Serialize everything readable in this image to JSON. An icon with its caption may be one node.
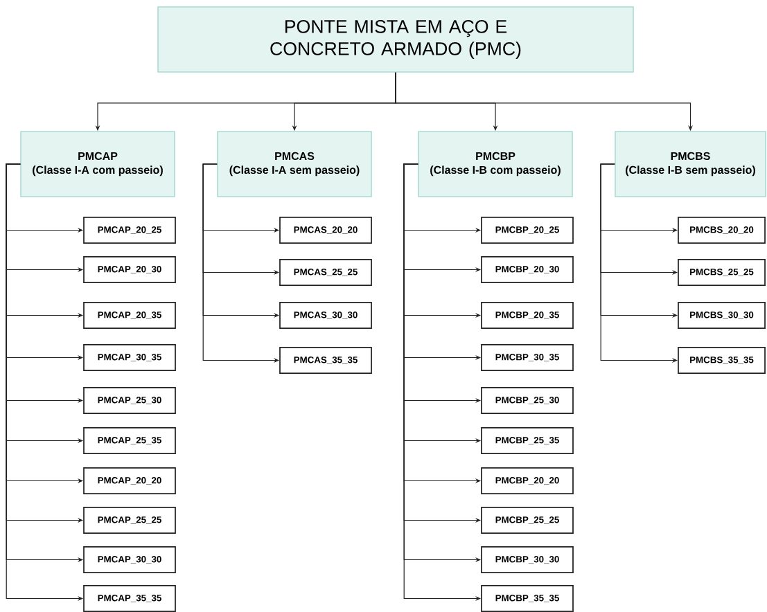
{
  "diagram": {
    "nodes": [
      {
        "text": [
          "PONTE MISTA EM AÇO E CONCRETO ARMADO (PMC)"
        ]
      },
      {
        "text": [
          "PMCAP",
          "(Classe I-A com passeio)"
        ]
      },
      {
        "text": [
          "PMCAS",
          "(Classe I-A sem passeio)"
        ]
      },
      {
        "text": [
          "PMCBP",
          "(Classe I-B com passeio)"
        ]
      },
      {
        "text": [
          "PMCBS",
          "(Classe I-B sem passeio)"
        ]
      },
      {
        "text": [
          "PMCAP_20_25"
        ]
      },
      {
        "text": [
          "PMCAP_20_30"
        ]
      },
      {
        "text": [
          "PMCAP_20_35"
        ]
      },
      {
        "text": [
          "PMCAP_30_35"
        ]
      },
      {
        "text": [
          "PMCAP_25_30"
        ]
      },
      {
        "text": [
          "PMCAP_25_35"
        ]
      },
      {
        "text": [
          "PMCAP_20_20"
        ]
      },
      {
        "text": [
          "PMCAP_25_25"
        ]
      },
      {
        "text": [
          "PMCAP_30_30"
        ]
      },
      {
        "text": [
          "PMCAP_35_35"
        ]
      },
      {
        "text": [
          "PMCAS_20_20"
        ]
      },
      {
        "text": [
          "PMCAS_25_25"
        ]
      },
      {
        "text": [
          "PMCAS_30_30"
        ]
      },
      {
        "text": [
          "PMCAS_35_35"
        ]
      },
      {
        "text": [
          "PMCBP_20_25"
        ]
      },
      {
        "text": [
          "PMCBP_20_30"
        ]
      },
      {
        "text": [
          "PMCBP_20_35"
        ]
      },
      {
        "text": [
          "PMCBP_30_35"
        ]
      },
      {
        "text": [
          "PMCBP_25_30"
        ]
      },
      {
        "text": [
          "PMCBP_25_35"
        ]
      },
      {
        "text": [
          "PMCBP_20_20"
        ]
      },
      {
        "text": [
          "PMCBP_25_25"
        ]
      },
      {
        "text": [
          "PMCBP_30_30"
        ]
      },
      {
        "text": [
          "PMCBP_35_35"
        ]
      },
      {
        "text": [
          "PMCBS_20_20"
        ]
      },
      {
        "text": [
          "PMCBS_25_25"
        ]
      },
      {
        "text": [
          "PMCBS_30_30"
        ]
      },
      {
        "text": [
          "PMCBS_35_35"
        ]
      }
    ],
    "edges": [
      {
        "from": 0,
        "to": 1,
        "arrow": "to"
      },
      {
        "from": 0,
        "to": 2,
        "arrow": "to"
      },
      {
        "from": 0,
        "to": 3,
        "arrow": "to"
      },
      {
        "from": 0,
        "to": 4,
        "arrow": "to"
      },
      {
        "from": 1,
        "to": 5,
        "arrow": "to"
      },
      {
        "from": 1,
        "to": 6,
        "arrow": "to"
      },
      {
        "from": 1,
        "to": 7,
        "arrow": "to"
      },
      {
        "from": 1,
        "to": 8,
        "arrow": "to"
      },
      {
        "from": 1,
        "to": 9,
        "arrow": "to"
      },
      {
        "from": 1,
        "to": 10,
        "arrow": "to"
      },
      {
        "from": 1,
        "to": 11,
        "arrow": "to"
      },
      {
        "from": 1,
        "to": 12,
        "arrow": "to"
      },
      {
        "from": 1,
        "to": 13,
        "arrow": "to"
      },
      {
        "from": 1,
        "to": 14,
        "arrow": "to"
      },
      {
        "from": 2,
        "to": 15,
        "arrow": "to"
      },
      {
        "from": 2,
        "to": 16,
        "arrow": "to"
      },
      {
        "from": 2,
        "to": 17,
        "arrow": "to"
      },
      {
        "from": 2,
        "to": 18,
        "arrow": "to"
      },
      {
        "from": 3,
        "to": 19,
        "arrow": "to"
      },
      {
        "from": 3,
        "to": 20,
        "arrow": "to"
      },
      {
        "from": 3,
        "to": 21,
        "arrow": "to"
      },
      {
        "from": 3,
        "to": 22,
        "arrow": "to"
      },
      {
        "from": 3,
        "to": 23,
        "arrow": "to"
      },
      {
        "from": 3,
        "to": 24,
        "arrow": "to"
      },
      {
        "from": 3,
        "to": 25,
        "arrow": "to"
      },
      {
        "from": 3,
        "to": 26,
        "arrow": "to"
      },
      {
        "from": 3,
        "to": 27,
        "arrow": "to"
      },
      {
        "from": 3,
        "to": 28,
        "arrow": "to"
      },
      {
        "from": 4,
        "to": 29,
        "arrow": "to"
      },
      {
        "from": 4,
        "to": 30,
        "arrow": "to"
      },
      {
        "from": 4,
        "to": 31,
        "arrow": "to"
      },
      {
        "from": 4,
        "to": 32,
        "arrow": "to"
      }
    ]
  }
}
